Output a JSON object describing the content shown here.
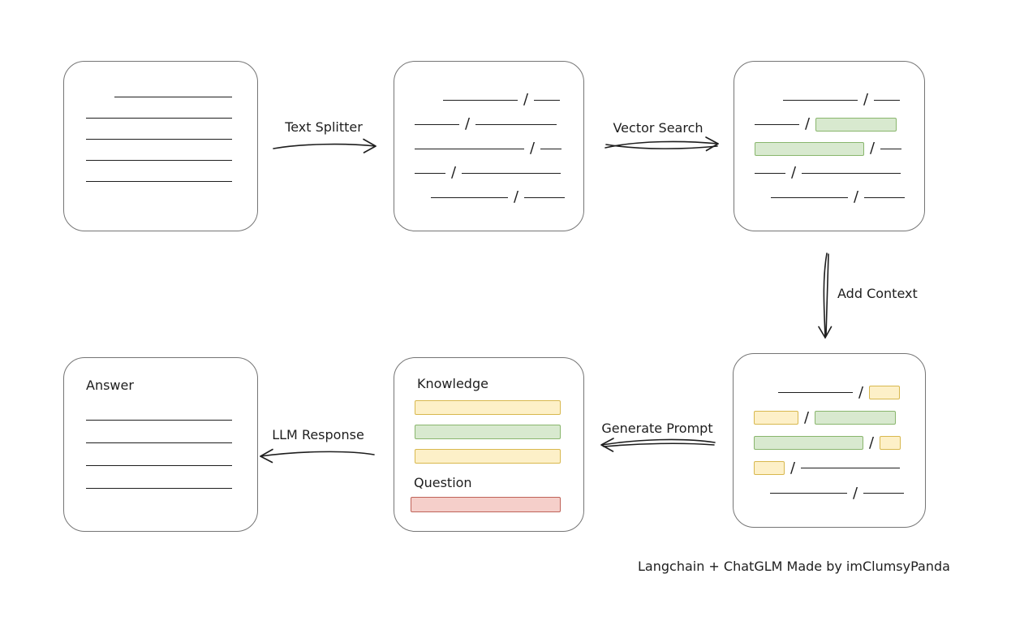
{
  "caption": "Langchain + ChatGLM Made by imClumsyPanda",
  "colors": {
    "green-fill": "#d8e9cf",
    "green-border": "#89b66d",
    "yellow-fill": "#fdf0c8",
    "yellow-border": "#d8b84e",
    "red-fill": "#f5cfca",
    "red-border": "#bf6258",
    "box-border": "#757575",
    "ink": "#1e1e1e"
  },
  "arrows": {
    "text_splitter": "Text Splitter",
    "vector_search": "Vector Search",
    "add_context": "Add Context",
    "generate_prompt": "Generate Prompt",
    "llm_response": "LLM Response"
  },
  "boxes": {
    "source_document": {
      "rows": [
        {
          "indent": 35,
          "segs": [
            {
              "t": "line",
              "w": 145
            }
          ]
        },
        {
          "indent": 0,
          "segs": [
            {
              "t": "line",
              "w": 180
            }
          ]
        },
        {
          "indent": 0,
          "segs": [
            {
              "t": "line",
              "w": 180
            }
          ]
        },
        {
          "indent": 0,
          "segs": [
            {
              "t": "line",
              "w": 180
            }
          ]
        },
        {
          "indent": 0,
          "segs": [
            {
              "t": "line",
              "w": 180
            }
          ]
        }
      ]
    },
    "split_chunks": {
      "rows": [
        {
          "indent": 35,
          "segs": [
            {
              "t": "line",
              "w": 92
            },
            {
              "t": "slash"
            },
            {
              "t": "line",
              "w": 32
            }
          ]
        },
        {
          "indent": 0,
          "segs": [
            {
              "t": "line",
              "w": 55
            },
            {
              "t": "slash"
            },
            {
              "t": "line",
              "w": 100
            }
          ]
        },
        {
          "indent": 0,
          "segs": [
            {
              "t": "line",
              "w": 135
            },
            {
              "t": "slash"
            },
            {
              "t": "line",
              "w": 26
            }
          ]
        },
        {
          "indent": 0,
          "segs": [
            {
              "t": "line",
              "w": 38
            },
            {
              "t": "slash"
            },
            {
              "t": "line",
              "w": 122
            }
          ]
        },
        {
          "indent": 20,
          "segs": [
            {
              "t": "line",
              "w": 95
            },
            {
              "t": "slash"
            },
            {
              "t": "line",
              "w": 50
            }
          ]
        }
      ]
    },
    "matched_chunks": {
      "rows": [
        {
          "indent": 35,
          "segs": [
            {
              "t": "line",
              "w": 92
            },
            {
              "t": "slash"
            },
            {
              "t": "line",
              "w": 32
            }
          ]
        },
        {
          "indent": 0,
          "segs": [
            {
              "t": "line",
              "w": 55
            },
            {
              "t": "slash"
            },
            {
              "t": "green",
              "w": 100,
              "h": 17
            }
          ]
        },
        {
          "indent": 0,
          "segs": [
            {
              "t": "green",
              "w": 135,
              "h": 17
            },
            {
              "t": "slash"
            },
            {
              "t": "line",
              "w": 26
            }
          ]
        },
        {
          "indent": 0,
          "segs": [
            {
              "t": "line",
              "w": 38
            },
            {
              "t": "slash"
            },
            {
              "t": "line",
              "w": 122
            }
          ]
        },
        {
          "indent": 20,
          "segs": [
            {
              "t": "line",
              "w": 95
            },
            {
              "t": "slash"
            },
            {
              "t": "line",
              "w": 50
            }
          ]
        }
      ]
    },
    "context_chunks": {
      "rows": [
        {
          "indent": 30,
          "segs": [
            {
              "t": "line",
              "w": 92
            },
            {
              "t": "slash"
            },
            {
              "t": "yellow",
              "w": 38,
              "h": 17
            }
          ]
        },
        {
          "indent": 0,
          "segs": [
            {
              "t": "yellow",
              "w": 55,
              "h": 17
            },
            {
              "t": "slash"
            },
            {
              "t": "green",
              "w": 100,
              "h": 17
            }
          ]
        },
        {
          "indent": 0,
          "segs": [
            {
              "t": "green",
              "w": 135,
              "h": 17
            },
            {
              "t": "slash"
            },
            {
              "t": "yellow",
              "w": 26,
              "h": 17
            }
          ]
        },
        {
          "indent": 0,
          "segs": [
            {
              "t": "yellow",
              "w": 38,
              "h": 17
            },
            {
              "t": "slash"
            },
            {
              "t": "line",
              "w": 122
            }
          ]
        },
        {
          "indent": 20,
          "segs": [
            {
              "t": "line",
              "w": 95
            },
            {
              "t": "slash"
            },
            {
              "t": "line",
              "w": 50
            }
          ]
        }
      ]
    },
    "prompt": {
      "knowledge_label": "Knowledge",
      "question_label": "Question",
      "knowledge_rows": [
        {
          "indent": 0,
          "segs": [
            {
              "t": "yellow",
              "w": 180,
              "h": 18
            }
          ]
        },
        {
          "indent": 0,
          "segs": [
            {
              "t": "green",
              "w": 180,
              "h": 18
            }
          ]
        },
        {
          "indent": 0,
          "segs": [
            {
              "t": "yellow",
              "w": 180,
              "h": 18
            }
          ]
        }
      ],
      "question_rows": [
        {
          "indent": 0,
          "segs": [
            {
              "t": "red",
              "w": 185,
              "h": 19
            }
          ]
        }
      ]
    },
    "answer": {
      "label": "Answer",
      "rows": [
        {
          "indent": 0,
          "segs": [
            {
              "t": "line",
              "w": 180
            }
          ]
        },
        {
          "indent": 0,
          "segs": [
            {
              "t": "line",
              "w": 180
            }
          ]
        },
        {
          "indent": 0,
          "segs": [
            {
              "t": "line",
              "w": 180
            }
          ]
        },
        {
          "indent": 0,
          "segs": [
            {
              "t": "line",
              "w": 180
            }
          ]
        }
      ]
    }
  }
}
